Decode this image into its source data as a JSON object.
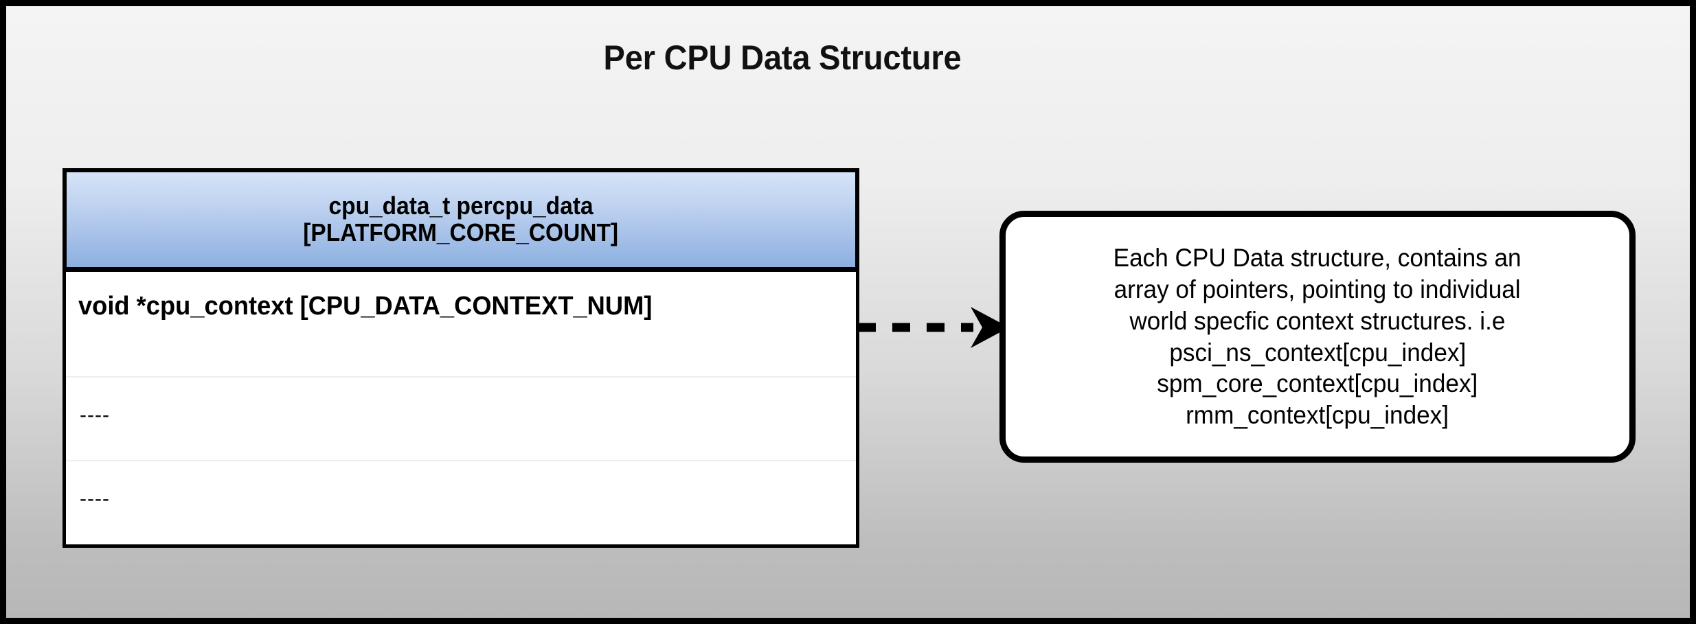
{
  "diagram": {
    "title": "Per CPU Data Structure",
    "background": {
      "gradient_from": "#f4f4f4",
      "gradient_to": "#b7b7b7",
      "border_color": "#000000"
    }
  },
  "struct_table": {
    "header": {
      "line1": "cpu_data_t percpu_data",
      "line2": "[PLATFORM_CORE_COUNT]",
      "gradient_from": "#d6e3f8",
      "gradient_to": "#8cb0e0"
    },
    "rows": [
      {
        "text": "void *cpu_context [CPU_DATA_CONTEXT_NUM]",
        "style": "primary"
      },
      {
        "text": "----",
        "style": "filler"
      },
      {
        "text": "----",
        "style": "filler"
      }
    ]
  },
  "connector": {
    "icon": "dashed-arrow-right-icon",
    "style": "dashed",
    "direction": "right",
    "color": "#000000"
  },
  "callout": {
    "lines": [
      "Each CPU Data structure, contains an",
      "array of pointers, pointing to individual",
      "world specfic context structures. i.e",
      "psci_ns_context[cpu_index]",
      "spm_core_context[cpu_index]",
      "rmm_context[cpu_index]"
    ],
    "border_color": "#000000",
    "fill_color": "#ffffff"
  }
}
